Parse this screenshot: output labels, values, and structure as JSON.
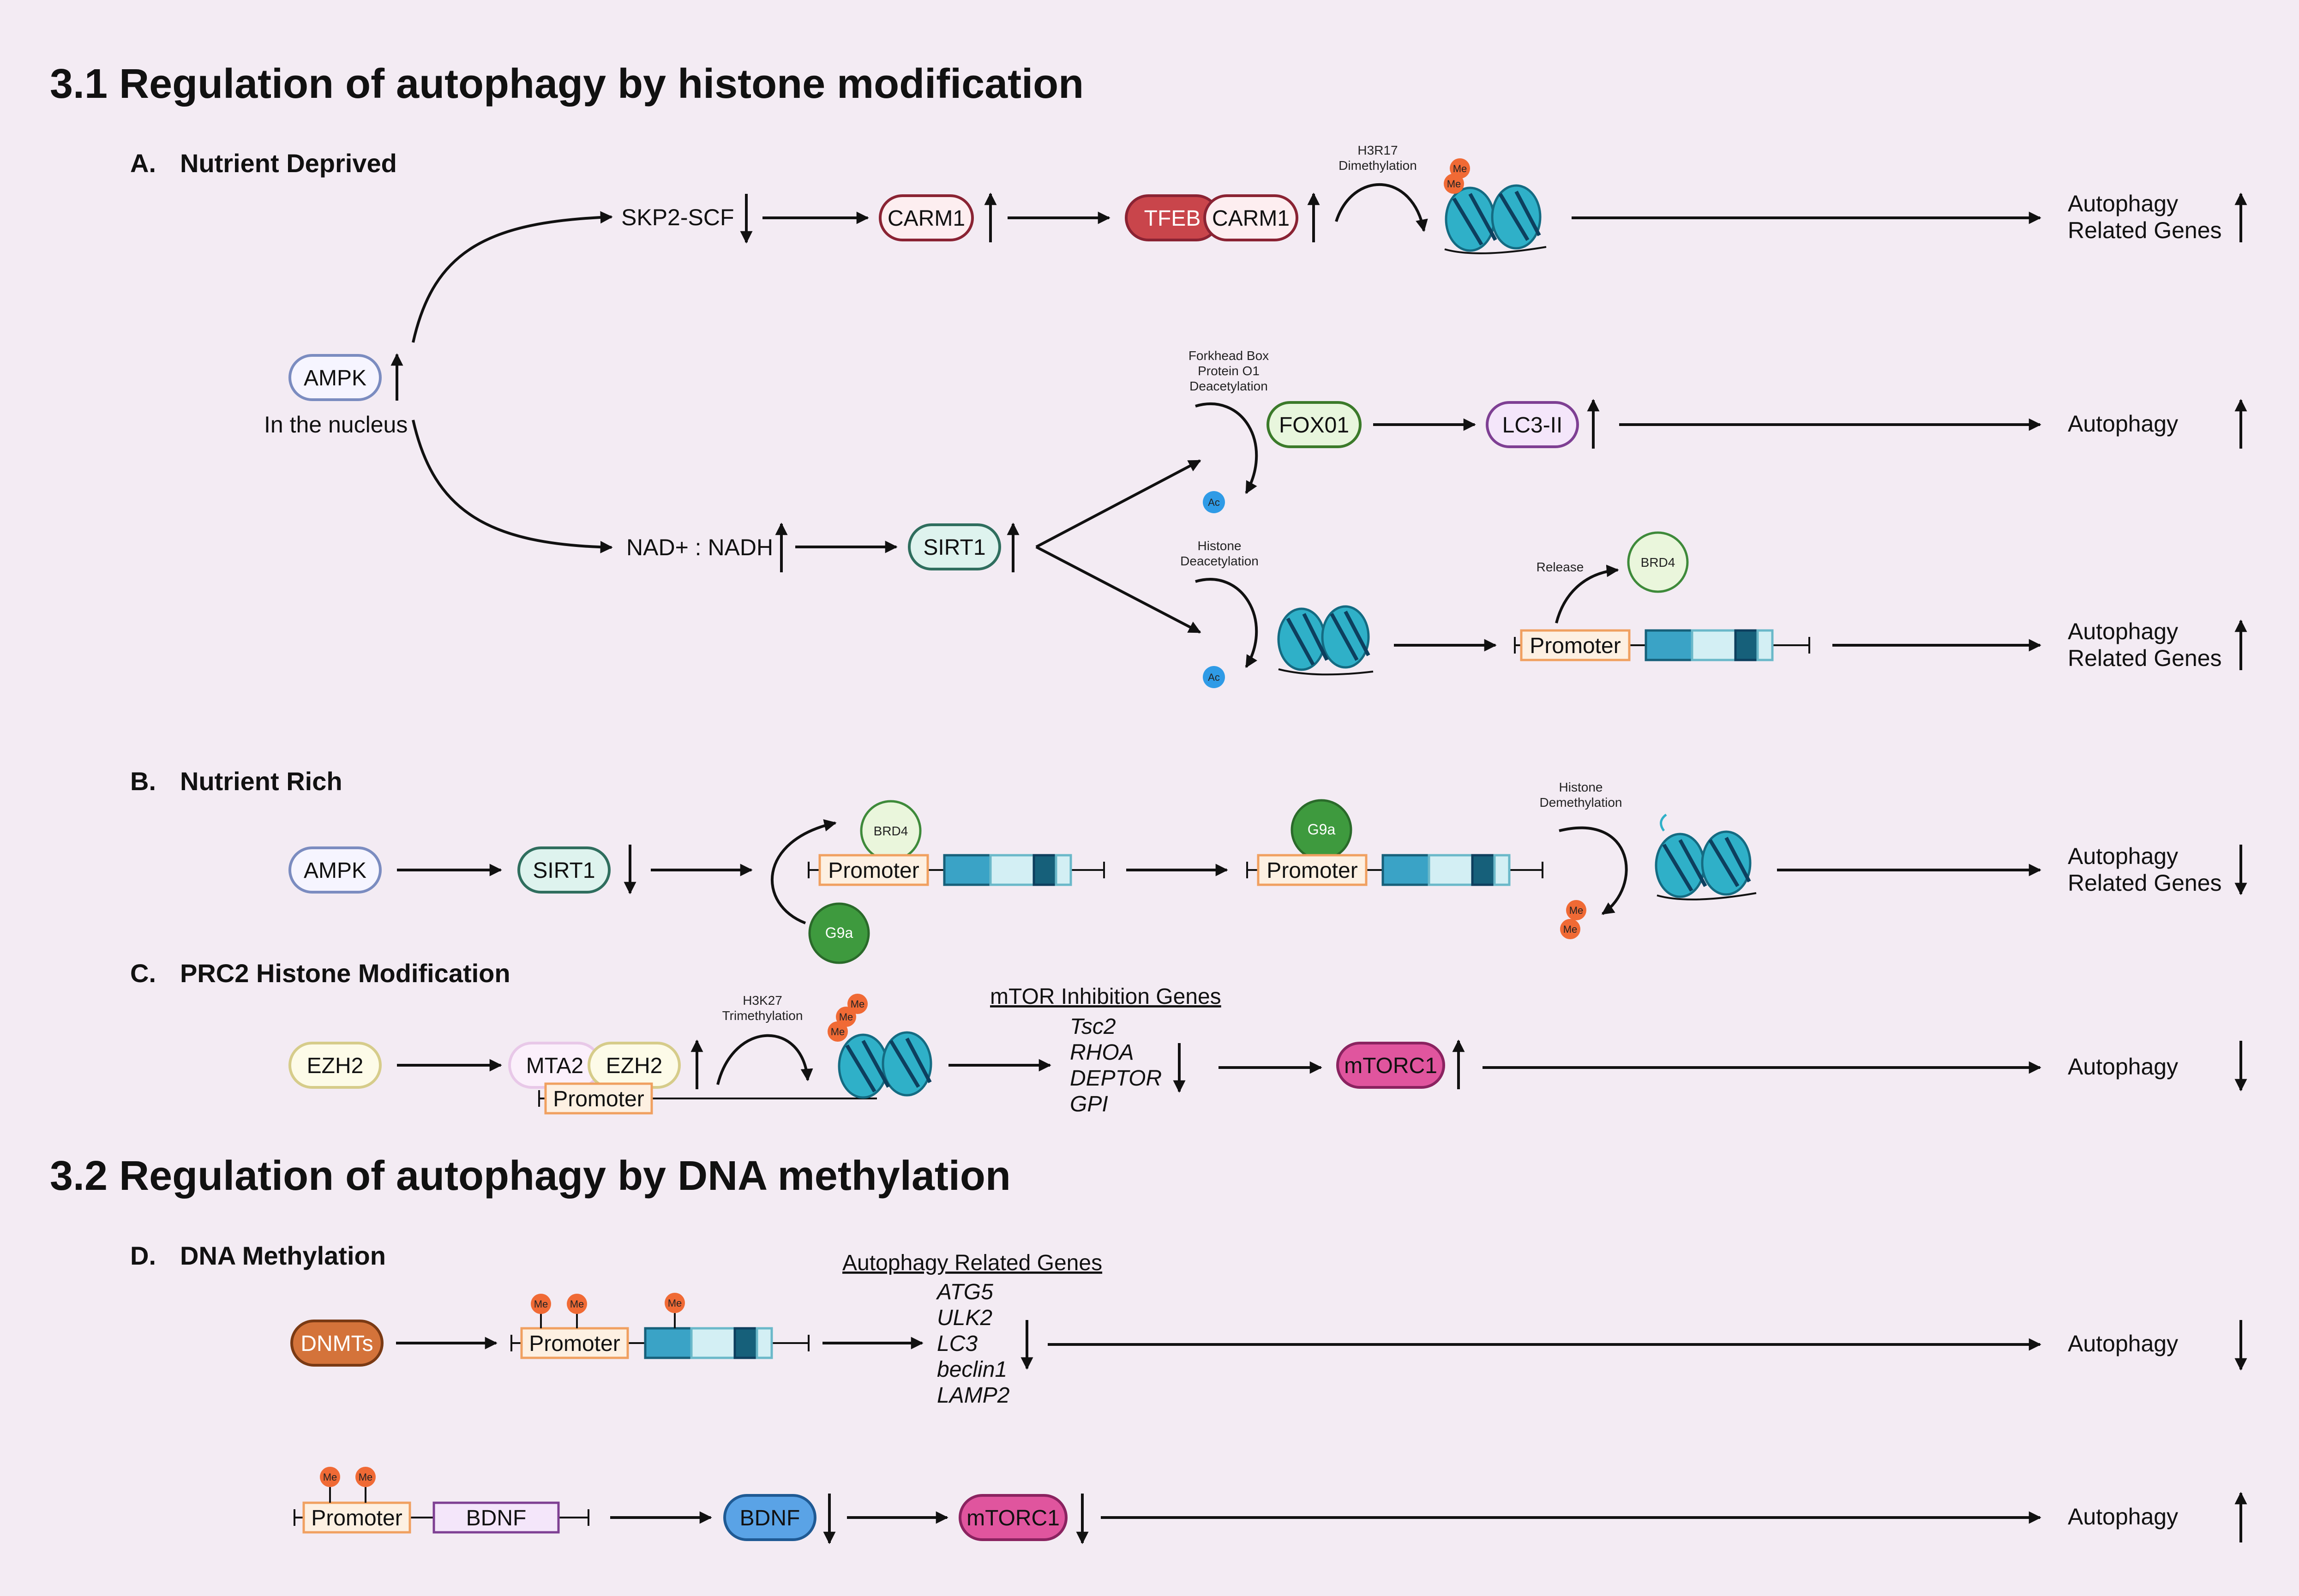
{
  "titles": {
    "s31": "3.1 Regulation of autophagy by histone modification",
    "s32": "3.2 Regulation of autophagy by DNA methylation"
  },
  "sections": {
    "a_letter": "A.",
    "a_title": "Nutrient Deprived",
    "b_letter": "B.",
    "b_title": "Nutrient Rich",
    "c_letter": "C.",
    "c_title": "PRC2 Histone Modification",
    "d_letter": "D.",
    "d_title": "DNA Methylation"
  },
  "nodes": {
    "ampk": "AMPK",
    "in_nucleus": "In the nucleus",
    "skp2": "SKP2-SCF",
    "carm1": "CARM1",
    "tfeb": "TFEB",
    "nad": "NAD+ : NADH",
    "sirt1": "SIRT1",
    "fox01": "FOX01",
    "lc3ii": "LC3-II",
    "brd4": "BRD4",
    "g9a": "G9a",
    "promoter": "Promoter",
    "ezh2": "EZH2",
    "mta2": "MTA2",
    "mtorc1": "mTORC1",
    "dnmts": "DNMTs",
    "bdnf": "BDNF",
    "me": "Me",
    "ac": "Ac"
  },
  "annotations": {
    "h3r17_1": "H3R17",
    "h3r17_2": "Dimethylation",
    "fork_1": "Forkhead Box",
    "fork_2": "Protein O1",
    "fork_3": "Deacetylation",
    "hd_1": "Histone",
    "hd_2": "Deacetylation",
    "release": "Release",
    "hdm_1": "Histone",
    "hdm_2": "Demethylation",
    "h3k27_1": "H3K27",
    "h3k27_2": "Trimethylation"
  },
  "outcomes": {
    "arg_1": "Autophagy",
    "arg_2": "Related Genes",
    "autophagy": "Autophagy"
  },
  "gene_lists": {
    "mtor_title": "mTOR Inhibition Genes",
    "mtor_genes": [
      "Tsc2",
      "RHOA",
      "DEPTOR",
      "GPI"
    ],
    "arg_title": "Autophagy Related Genes",
    "arg_genes": [
      "ATG5",
      "ULK2",
      "LC3",
      "beclin1",
      "LAMP2"
    ]
  },
  "colors": {
    "background": "#f3ebf3",
    "ampk": "#7b8cc0",
    "carm1": "#8a2333",
    "tfeb": "#c9454b",
    "sirt1": "#2f6e5e",
    "fox01": "#3b7a2a",
    "lc3ii": "#7e3f93",
    "brd4_green": "#3e8a3a",
    "promoter": "#f0a060",
    "ezh2": "#d6cc8a",
    "mtorc1": "#e0559e",
    "dnmts": "#d4733a",
    "bdnf_blue": "#5aa3e6",
    "nucleosome": "#2fb0c8",
    "me_ball": "#f06a35",
    "ac_ball": "#2f9be6"
  }
}
